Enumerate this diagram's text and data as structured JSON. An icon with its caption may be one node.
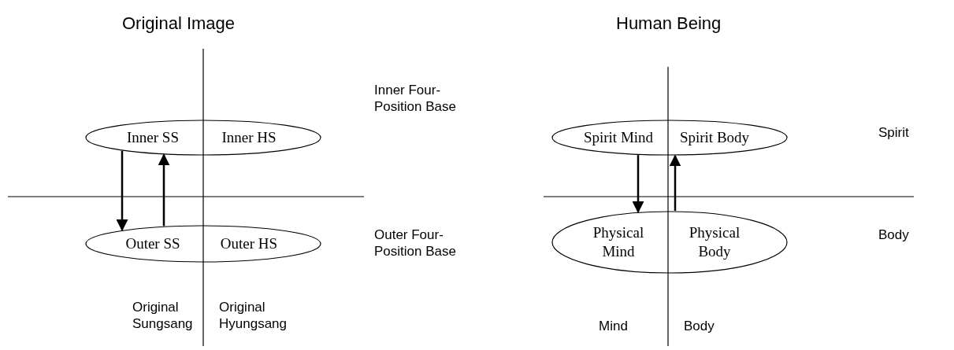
{
  "diagram": {
    "nodes": [
      {
        "text": [
          "Inner SS",
          "Inner HS"
        ]
      },
      {
        "text": [
          "Outer SS",
          "Outer HS"
        ]
      },
      {
        "text": [
          "Spirit Mind",
          "Spirit Body"
        ]
      },
      {
        "text": [
          "Physical Mind",
          "Physical Body"
        ]
      }
    ],
    "edges": [
      {
        "from": 0,
        "to": 1,
        "arrow": "to"
      },
      {
        "from": 1,
        "to": 0,
        "arrow": "to"
      },
      {
        "from": 2,
        "to": 3,
        "arrow": "to"
      },
      {
        "from": 3,
        "to": 2,
        "arrow": "to"
      }
    ],
    "labels": [
      "Original Image",
      "Human Being",
      "Inner Four-Position Base",
      "Spirit",
      "Outer Four-Position Base",
      "Body",
      "Original Sungsang",
      "Original Hyungsang",
      "Mind",
      "Body"
    ]
  }
}
